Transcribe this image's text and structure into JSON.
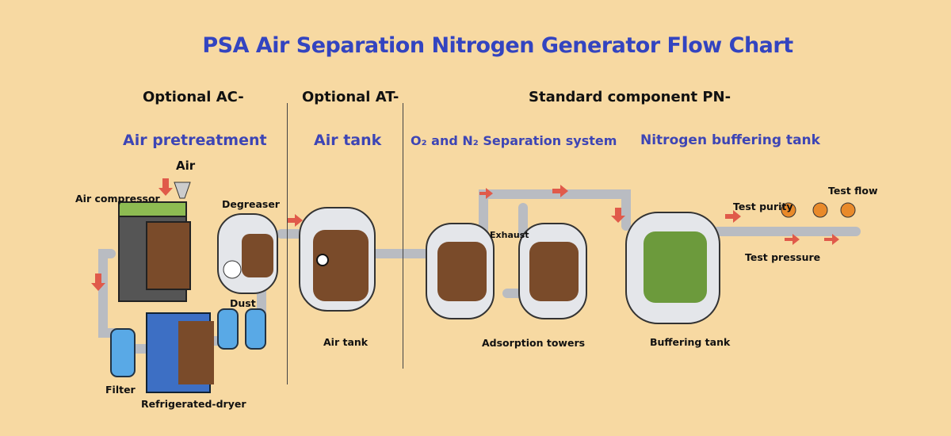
{
  "title": "PSA Air Separation Nitrogen Generator Flow Chart",
  "sections": [
    {
      "header": "Optional AC-",
      "subtitle": "Air pretreatment"
    },
    {
      "header": "Optional AT-",
      "subtitle": "Air tank"
    },
    {
      "header": "Standard component PN-",
      "subtitles": [
        "O₂ and N₂ Separation system",
        "Nitrogen buffering tank"
      ]
    }
  ],
  "labels": {
    "air": "Air",
    "air_compressor": "Air compressor",
    "degreaser": "Degreaser",
    "dust": "Dust",
    "filter": "Filter",
    "refrigerated_dryer": "Refrigerated-dryer",
    "air_tank": "Air tank",
    "exhaust": "Exhaust",
    "adsorption_towers": "Adsorption towers",
    "buffering_tank": "Buffering tank",
    "test_purity": "Test purity",
    "test_flow": "Test flow",
    "test_pressure": "Test pressure"
  },
  "colors": {
    "background": "#f7d9a2",
    "title": "#3344c0",
    "arrow": "#e05a4a",
    "tank": "#e4e6ea",
    "compressor": "#7aa84a",
    "dryer": "#3d6fc4"
  }
}
